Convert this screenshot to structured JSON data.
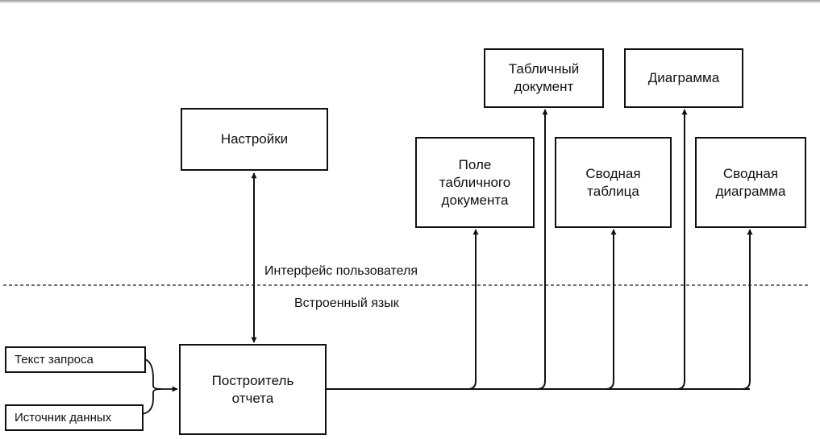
{
  "diagram": {
    "boxes": {
      "settings": "Настройки",
      "spreadsheet_document": "Табличный\nдокумент",
      "chart": "Диаграмма",
      "spreadsheet_field": "Поле\nтабличного\nдокумента",
      "pivot_table": "Сводная\nтаблица",
      "pivot_chart": "Сводная\nдиаграмма",
      "report_builder": "Построитель\nотчета",
      "query_text": "Текст запроса",
      "data_source": "Источник данных"
    },
    "zones": {
      "user_interface": "Интерфейс пользователя",
      "built_in_language": "Встроенный язык"
    }
  }
}
